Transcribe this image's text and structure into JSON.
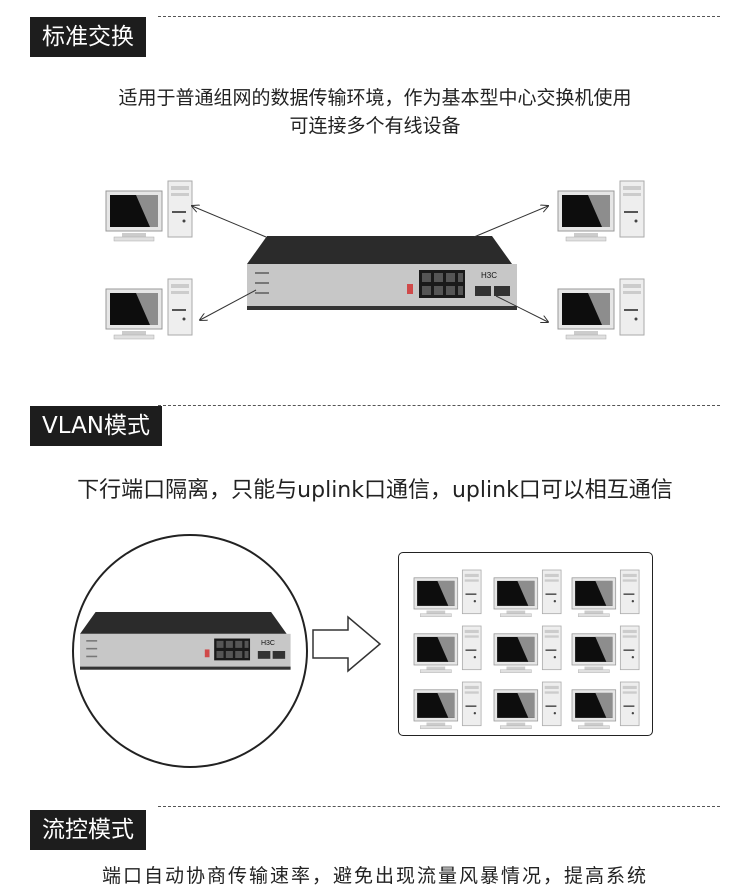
{
  "sections": {
    "standard": {
      "label": "标准交换",
      "desc_line1": "适用于普通组网的数据传输环境，作为基本型中心交换机使用",
      "desc_line2": "可连接多个有线设备"
    },
    "vlan": {
      "label": "VLAN模式",
      "desc": "下行端口隔离，只能与uplink口通信，uplink口可以相互通信"
    },
    "flow": {
      "label": "流控模式",
      "desc_partial": "端口自动协商传输速率，避免出现流量风暴情况，提高系统"
    }
  },
  "switch": {
    "brand": "H3C"
  },
  "colors": {
    "tag_bg": "#1d1d1d",
    "switch_body": "#2b2b2b",
    "panel": "#c9c9c9",
    "port_led": "#d04a4a"
  }
}
